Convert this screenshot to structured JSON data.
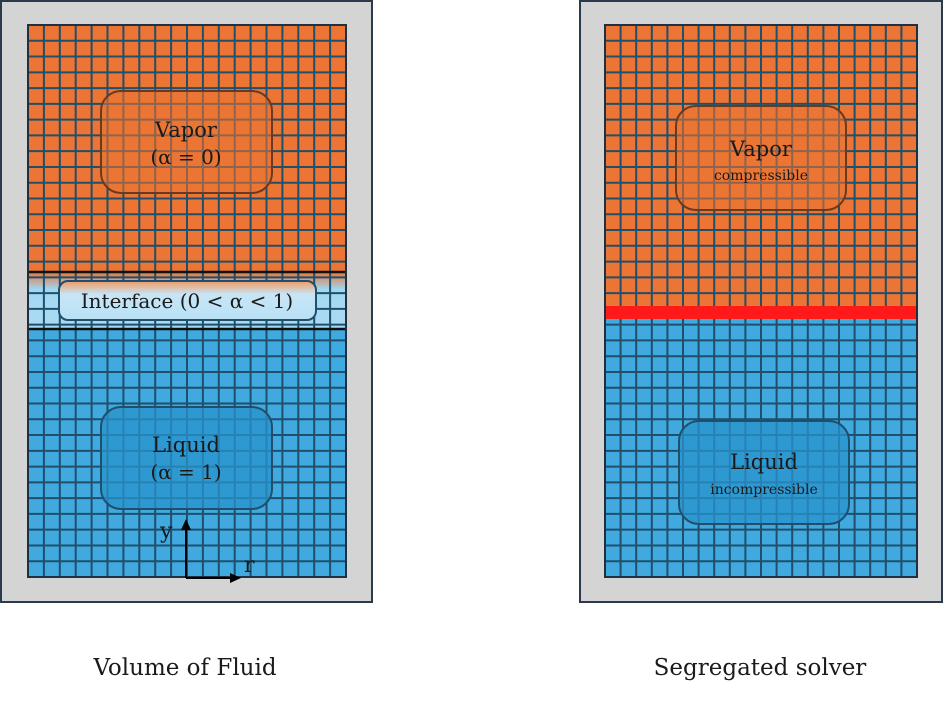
{
  "left_panel": {
    "caption": "Volume of Fluid",
    "vapor_title": "Vapor",
    "vapor_sub": "(α = 0)",
    "interface_label": "Interface (0 < α < 1)",
    "liquid_title": "Liquid",
    "liquid_sub": "(α = 1)",
    "axis_y": "y",
    "axis_r": "r"
  },
  "right_panel": {
    "caption": "Segregated solver",
    "vapor_title": "Vapor",
    "vapor_sub": "compressible",
    "liquid_title": "Liquid",
    "liquid_sub": "incompressible"
  },
  "colors": {
    "frame": "#d4d4d4",
    "frame_border": "#2b3a4a",
    "vapor": "#ec7533",
    "liquid": "#3fa9e0",
    "interface_band": "#a9daf3",
    "grid_line": "#1f4f6b",
    "segregated_interface": "#ff1a1a"
  }
}
